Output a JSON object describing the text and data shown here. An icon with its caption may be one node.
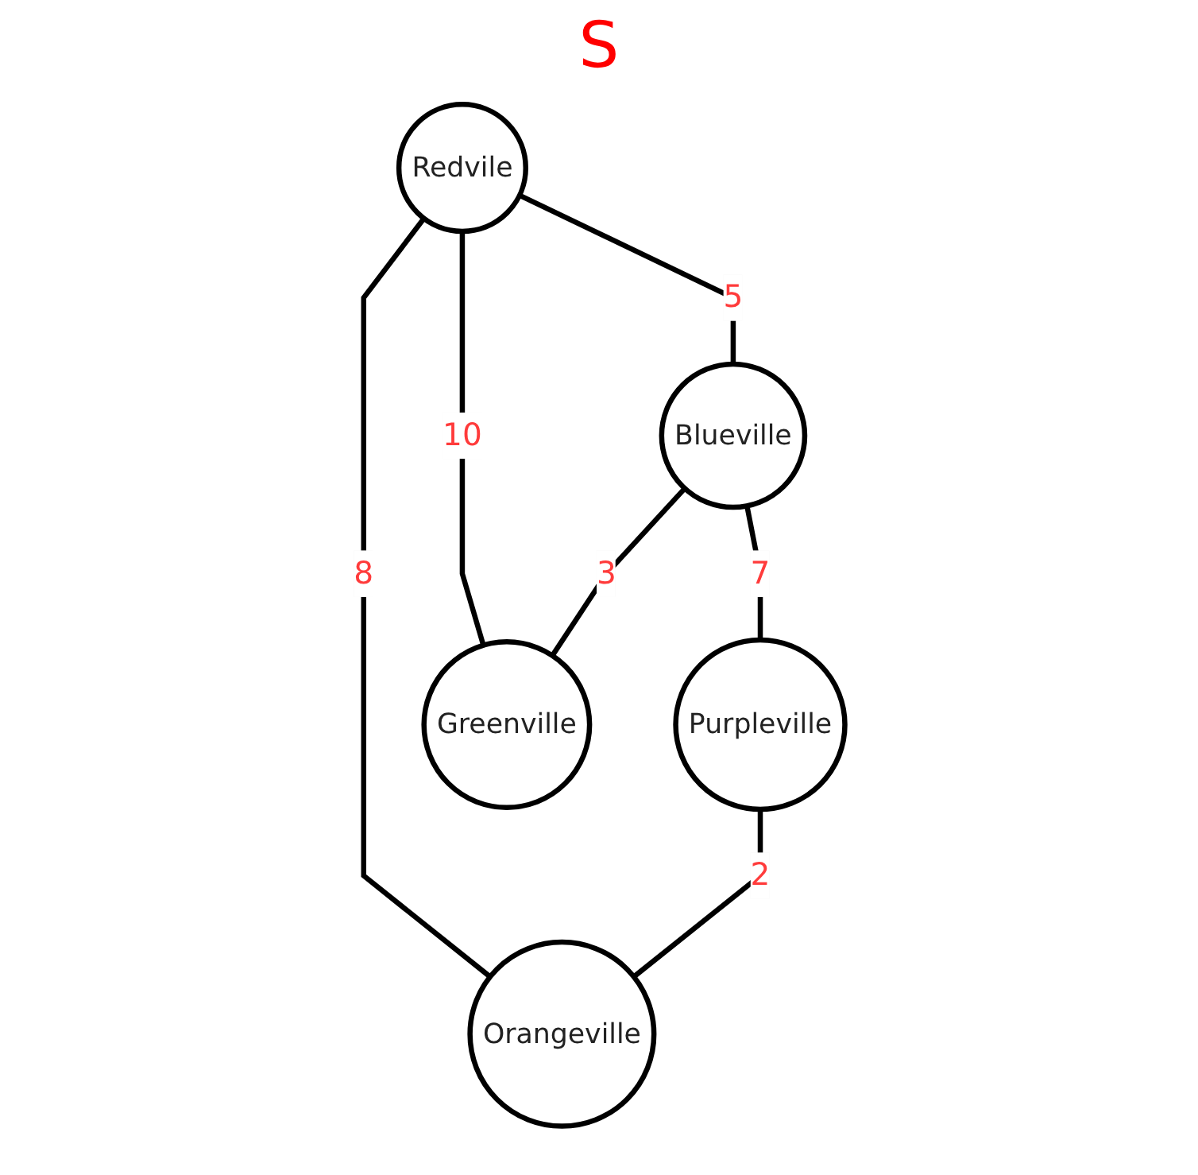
{
  "diagram": {
    "title": "S",
    "nodes": [
      {
        "text": [
          "Redvile"
        ]
      },
      {
        "text": [
          "Blueville"
        ]
      },
      {
        "text": [
          "Purpleville"
        ]
      },
      {
        "text": [
          "Greenville"
        ]
      },
      {
        "text": [
          "Orangeville"
        ]
      }
    ],
    "edges": [
      {
        "from": 0,
        "to": 1,
        "arrow": "none",
        "label": "5"
      },
      {
        "from": 1,
        "to": 2,
        "arrow": "none",
        "label": "7"
      },
      {
        "from": 0,
        "to": 3,
        "arrow": "none",
        "label": "10"
      },
      {
        "from": 0,
        "to": 4,
        "arrow": "none",
        "label": "8"
      },
      {
        "from": 1,
        "to": 3,
        "arrow": "none",
        "label": "3"
      },
      {
        "from": 2,
        "to": 4,
        "arrow": "none",
        "label": "2"
      }
    ]
  }
}
